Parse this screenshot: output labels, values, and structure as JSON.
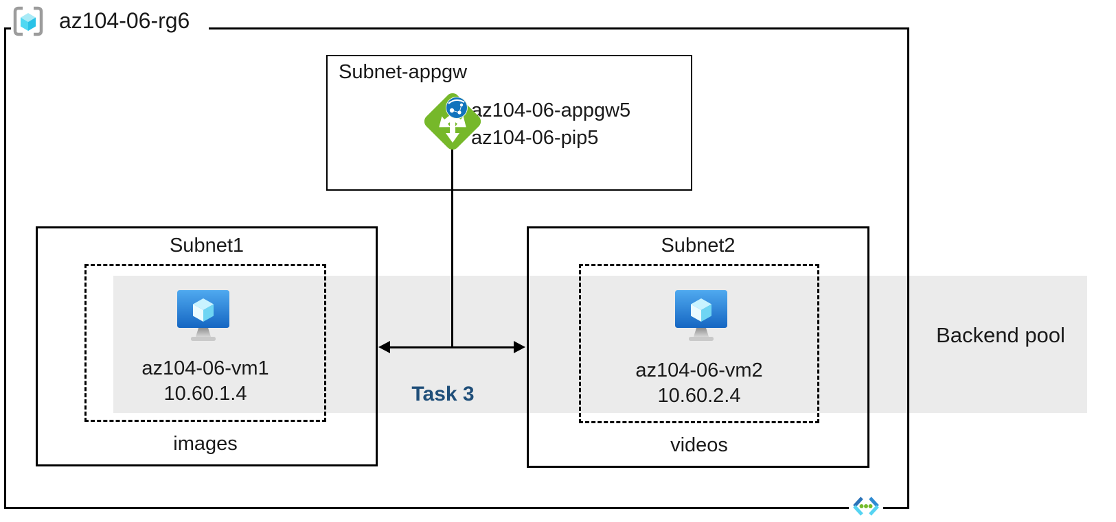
{
  "resource_group": {
    "name": "az104-06-rg6"
  },
  "appgw_subnet": {
    "title": "Subnet-appgw",
    "gateway_name": "az104-06-appgw5",
    "public_ip_name": "az104-06-pip5"
  },
  "subnet1": {
    "title": "Subnet1",
    "vm_name": "az104-06-vm1",
    "vm_ip": "10.60.1.4",
    "app_label": "images"
  },
  "subnet2": {
    "title": "Subnet2",
    "vm_name": "az104-06-vm2",
    "vm_ip": "10.60.2.4",
    "app_label": "videos"
  },
  "backend_pool": {
    "label": "Backend pool"
  },
  "task": {
    "label": "Task 3"
  },
  "icons": {
    "resource_group": "resource-group-icon",
    "application_gateway": "application-gateway-icon",
    "virtual_machine": "virtual-machine-icon",
    "virtual_network": "virtual-network-icon"
  },
  "colors": {
    "appgw_green": "#76B82A",
    "globe_blue": "#1173BC",
    "vm_screen_top": "#4FA9EF",
    "vm_screen_bottom": "#1566C2",
    "cube_cyan": "#50D8F0",
    "task_blue": "#1F4E79",
    "backend_band_gray": "#EBEBEB",
    "vnet_dot_green": "#76BC2D",
    "line_black": "#000000"
  }
}
